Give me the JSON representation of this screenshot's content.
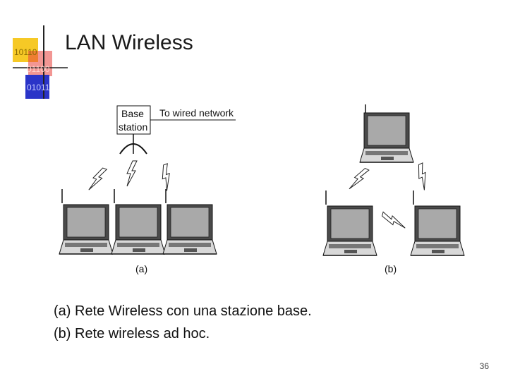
{
  "slide": {
    "title": "LAN Wireless",
    "page_number": "36",
    "logo": {
      "binary_lines": [
        "10110",
        "01100",
        "01011"
      ],
      "colors": [
        "#f4c000",
        "#e8403a",
        "#2a34c8"
      ]
    }
  },
  "diagram": {
    "base_station_label_1": "Base",
    "base_station_label_2": "station",
    "wired_link_label": "To wired network",
    "panel_a_label": "(a)",
    "panel_b_label": "(b)"
  },
  "captions": {
    "line_a": "(a) Rete Wireless con una stazione base.",
    "line_b": "(b) Rete wireless ad hoc."
  }
}
